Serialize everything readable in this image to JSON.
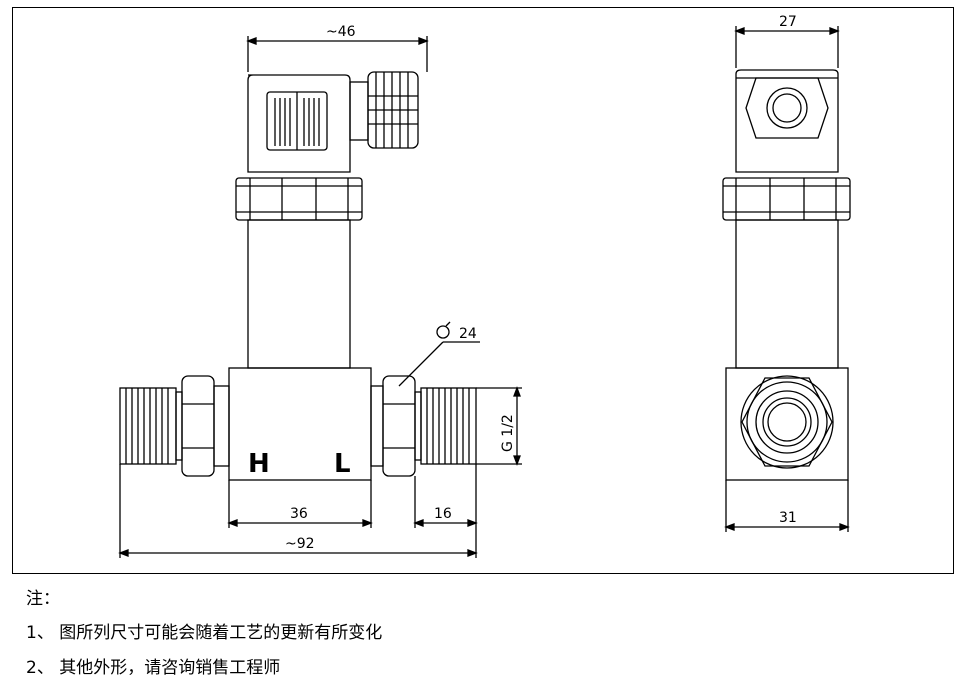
{
  "drawing": {
    "dims": {
      "connector_width": "~46",
      "side_width": "27",
      "wrench": "24",
      "thread": "G 1/2",
      "body_length": "36",
      "port_length": "16",
      "overall_length": "~92",
      "block_width": "31"
    },
    "ports": {
      "high": "H",
      "low": "L"
    }
  },
  "notes": {
    "title": "注：",
    "items": [
      "1、  图所列尺寸可能会随着工艺的更新有所变化",
      "2、  其他外形，请咨询销售工程师"
    ]
  }
}
